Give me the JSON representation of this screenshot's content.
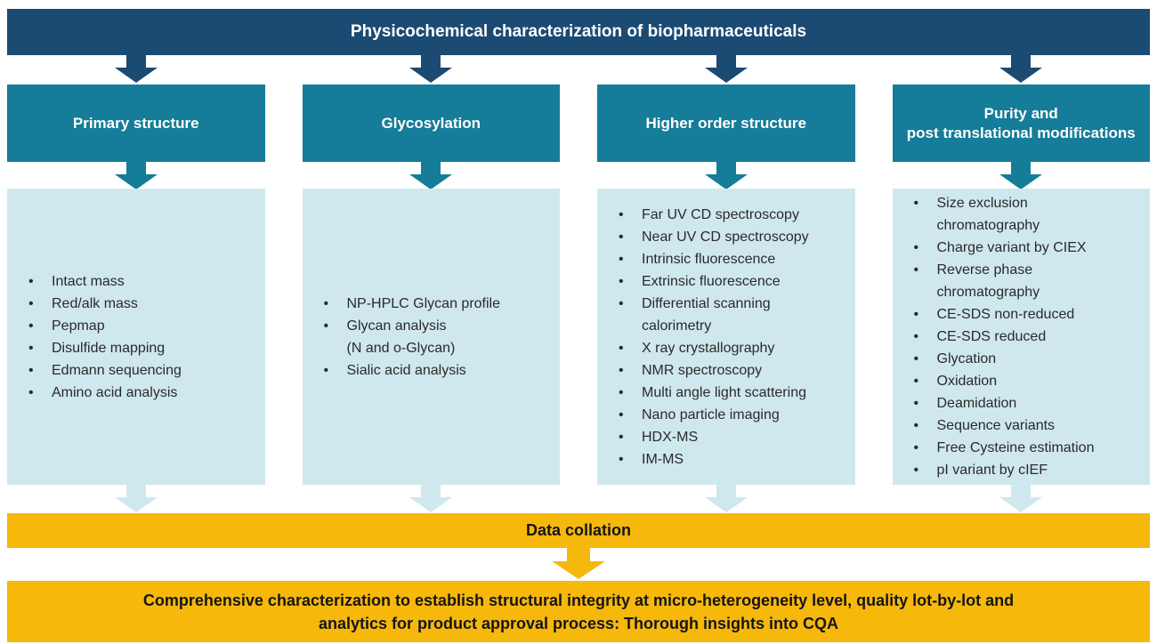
{
  "colors": {
    "navy": "#1b4a73",
    "teal": "#157c99",
    "light_blue": "#cfe8ee",
    "gold": "#f7b80c",
    "text_dark": "#2a2a2a"
  },
  "header": {
    "title": "Physicochemical characterization of biopharmaceuticals"
  },
  "columns": [
    {
      "title": "Primary structure",
      "items": [
        "Intact mass",
        "Red/alk mass",
        "Pepmap",
        "Disulfide mapping",
        "Edmann sequencing",
        "Amino acid analysis"
      ]
    },
    {
      "title": "Glycosylation",
      "items": [
        "NP-HPLC Glycan profile",
        "Glycan analysis\n(N and o-Glycan)",
        "Sialic acid analysis"
      ]
    },
    {
      "title": "Higher order structure",
      "items": [
        "Far UV CD spectroscopy",
        "Near UV CD spectroscopy",
        "Intrinsic fluorescence",
        "Extrinsic fluorescence",
        "Differential scanning\ncalorimetry",
        "X ray crystallography",
        "NMR spectroscopy",
        "Multi angle light scattering",
        "Nano particle imaging",
        "HDX-MS",
        "IM-MS"
      ]
    },
    {
      "title": "Purity and\npost translational modifications",
      "items": [
        "Size exclusion\nchromatography",
        "Charge variant by CIEX",
        "Reverse phase\nchromatography",
        "CE-SDS non-reduced",
        "CE-SDS reduced",
        "Glycation",
        "Oxidation",
        "Deamidation",
        "Sequence variants",
        "Free Cysteine estimation",
        "pI variant by cIEF"
      ]
    }
  ],
  "collation": {
    "label": "Data collation"
  },
  "conclusion": {
    "text": "Comprehensive characterization to establish structural integrity at micro-heterogeneity level, quality lot-by-lot and\nanalytics for product approval process: Thorough insights into CQA"
  }
}
